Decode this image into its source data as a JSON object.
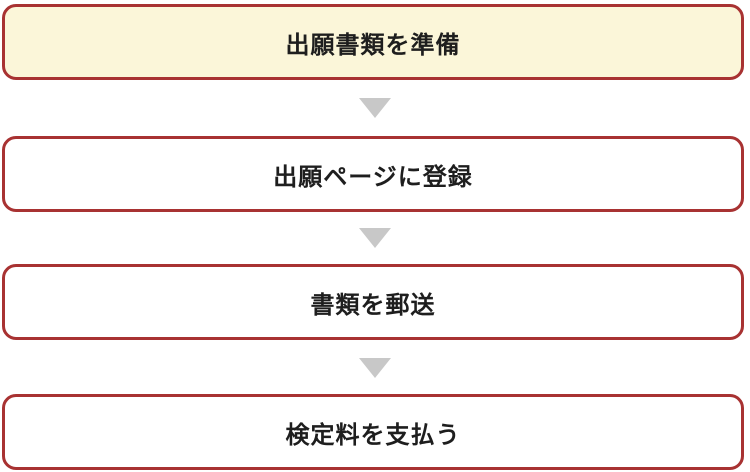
{
  "flow": {
    "steps": [
      {
        "label": "出願書類を準備"
      },
      {
        "label": "出願ページに登録"
      },
      {
        "label": "書類を郵送"
      },
      {
        "label": "検定料を支払う"
      }
    ]
  },
  "colors": {
    "border": "#a83232",
    "highlight_bg": "#fbf6d9",
    "default_bg": "#ffffff",
    "arrow": "#c8c8c8",
    "text": "#1e1e1e"
  }
}
